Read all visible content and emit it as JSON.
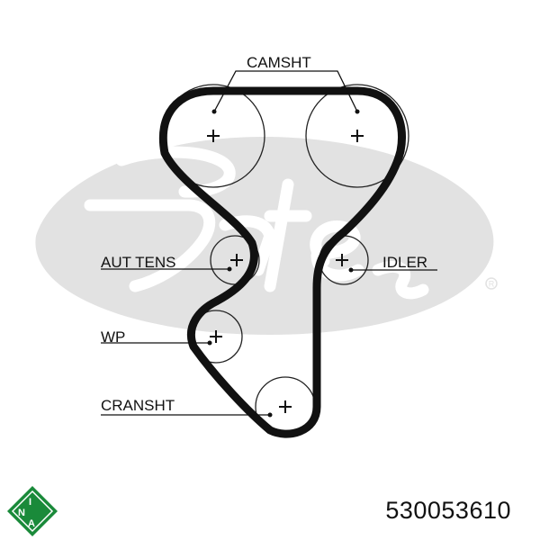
{
  "labels": {
    "camshaft": "CAMSHT",
    "tensioner": "AUT TENS",
    "idler": "IDLER",
    "water_pump": "WP",
    "crankshaft": "CRANSHT"
  },
  "logos": {
    "background_logo": "Gates",
    "brand": "INA"
  },
  "part_number": "530053610",
  "colors": {
    "belt": "#111111",
    "watermark": "#e2e2e2",
    "ina_green": "#1a8a3a"
  }
}
